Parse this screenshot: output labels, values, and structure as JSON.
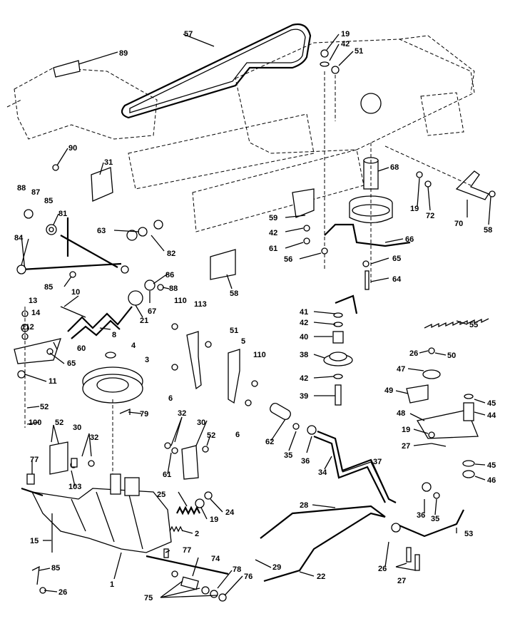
{
  "diagram": {
    "callouts": [
      "89",
      "57",
      "19",
      "42",
      "51",
      "90",
      "31",
      "68",
      "88",
      "87",
      "85",
      "81",
      "63",
      "82",
      "84",
      "59",
      "42",
      "61",
      "56",
      "66",
      "19",
      "72",
      "70",
      "58",
      "86",
      "88",
      "85",
      "10",
      "67",
      "21",
      "58",
      "65",
      "64",
      "13",
      "14",
      "112",
      "60",
      "65",
      "11",
      "8",
      "110",
      "113",
      "51",
      "5",
      "110",
      "6",
      "4",
      "3",
      "41",
      "42",
      "40",
      "38",
      "42",
      "39",
      "55",
      "26",
      "50",
      "47",
      "49",
      "45",
      "44",
      "48",
      "19",
      "27",
      "45",
      "46",
      "52",
      "100",
      "52",
      "30",
      "32",
      "79",
      "32",
      "30",
      "52",
      "61",
      "77",
      "103",
      "61",
      "6",
      "62",
      "35",
      "36",
      "34",
      "37",
      "25",
      "24",
      "19",
      "2",
      "28",
      "36",
      "35",
      "53",
      "15",
      "77",
      "74",
      "29",
      "26",
      "22",
      "27",
      "85",
      "26",
      "1",
      "75",
      "78",
      "76"
    ]
  }
}
